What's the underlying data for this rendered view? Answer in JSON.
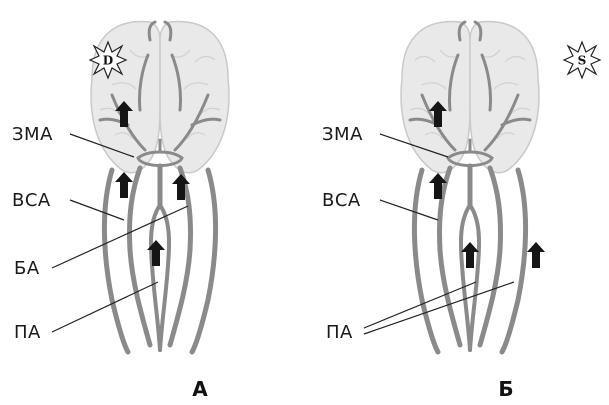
{
  "panels": [
    {
      "panel_label": "А",
      "lesion_marker": "D",
      "labels": {
        "zma": "ЗМА",
        "vsa": "ВСА",
        "ba": "БА",
        "pa": "ПА"
      }
    },
    {
      "panel_label": "Б",
      "lesion_marker": "S",
      "labels": {
        "zma": "ЗМА",
        "vsa": "ВСА",
        "pa": "ПА"
      }
    }
  ],
  "colors": {
    "brain": "#e9e9e9",
    "brain_outline": "#c9c9c9",
    "vessel": "#8a8a8a",
    "arrow": "#151515",
    "text": "#1a1a1a"
  }
}
